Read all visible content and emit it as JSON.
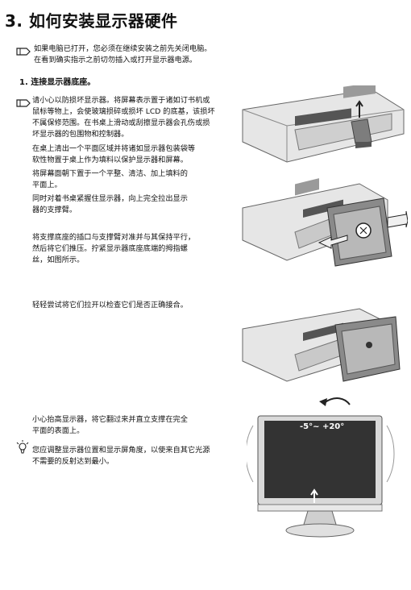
{
  "page": {
    "title": "3. 如何安装显示器硬件"
  },
  "intro": {
    "line1": "如果电脑已打开，您必须在继续安装之前先关闭电脑。",
    "line2": "在看到确实指示之前切勿插入或打开显示器电源。"
  },
  "step1": {
    "heading": "1.  连接显示器底座。",
    "para1": [
      "请小心以防损坏显示器。将屏幕表示置于诸如订书机或",
      "鼠标等物上，会使玻璃损碎或损坏 LCD 的底基，该损坏",
      "不属保修范围。在书桌上滑动或刮擦显示器会孔伤或损",
      "坏显示器的包围物和控制器。"
    ],
    "para2": [
      "在桌上清出一个平面区域并将诸如显示器包装袋等",
      "软性物置于桌上作为填料以保护显示器和屏幕。"
    ],
    "para3": [
      "将屏幕面朝下置于一个平整、清洁、加上填料的",
      "平面上。"
    ],
    "para4": [
      "同时对着书桌紧握住显示器，向上完全拉出显示",
      "器的支撑臂。"
    ],
    "para5": [
      "将支撑底座的插口与支撑臂对准并与其保持平行，",
      "然后将它们推压。拧紧显示器底座底端的拇指螺",
      "丝，如图所示。"
    ],
    "para6": [
      "轻轻尝试将它们拉开以检查它们是否正确接合。"
    ],
    "para7": [
      "小心抬高显示器，将它翻过来并直立支撑在完全",
      "平面的表面上。"
    ],
    "tip": [
      "您应调整显示器位置和显示屏角度，以使来自其它光源",
      "不需要的反射达到最小。"
    ],
    "tilt_label": "-5°~ +20°"
  }
}
